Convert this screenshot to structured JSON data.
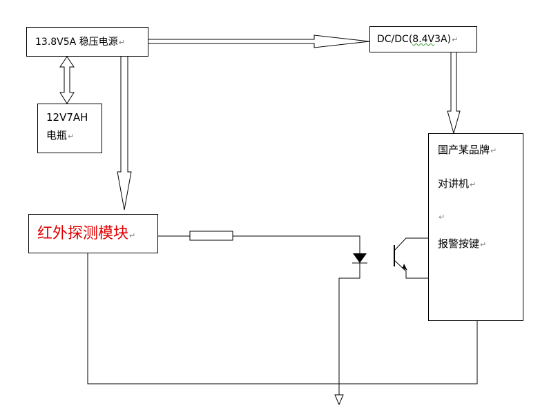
{
  "nodes": {
    "power_supply": {
      "label": "13.8V5A 稳压电源",
      "mark": "↵"
    },
    "dcdc": {
      "prefix": "DC/DC(",
      "underlined": "8.4V",
      "suffix": "3A)",
      "mark": "↵"
    },
    "battery": {
      "line1": "12V7AH",
      "line2": "电瓶",
      "mark": "↵"
    },
    "ir_module": {
      "label": "红外探测模块",
      "mark": "↵",
      "color": "#e00000"
    },
    "radio": {
      "line1": "国产某品牌",
      "line2": "对讲机",
      "line3": "",
      "line4": "报警按键",
      "mark": "↵"
    }
  },
  "colors": {
    "line": "#000000",
    "text_red": "#e00000",
    "edit_mark": "#7f7f7f",
    "spellcheck": "#2e9b2e"
  }
}
